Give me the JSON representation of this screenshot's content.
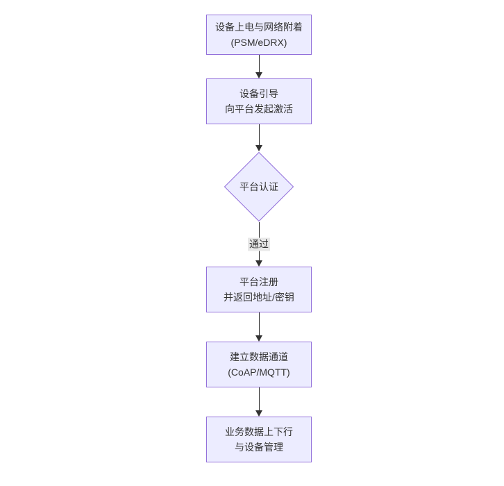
{
  "diagram": {
    "type": "flowchart",
    "direction": "top-down",
    "colors": {
      "node_fill": "#ECECFF",
      "node_border": "#9370DB",
      "text": "#333333",
      "arrow": "#333333",
      "edge_label_bg": "#e8e8e8",
      "background": "#ffffff"
    },
    "nodes": [
      {
        "id": "A",
        "shape": "rect",
        "line1": "设备上电与网络附着",
        "line2": "(PSM/eDRX)"
      },
      {
        "id": "B",
        "shape": "rect",
        "line1": "设备引导",
        "line2": "向平台发起激活"
      },
      {
        "id": "C",
        "shape": "diamond",
        "line1": "平台认证"
      },
      {
        "id": "D",
        "shape": "rect",
        "line1": "平台注册",
        "line2": "并返回地址/密钥"
      },
      {
        "id": "E",
        "shape": "rect",
        "line1": "建立数据通道",
        "line2": "(CoAP/MQTT)"
      },
      {
        "id": "F",
        "shape": "rect",
        "line1": "业务数据上下行",
        "line2": "与设备管理"
      }
    ],
    "edges": [
      {
        "from": "A",
        "to": "B",
        "label": ""
      },
      {
        "from": "B",
        "to": "C",
        "label": ""
      },
      {
        "from": "C",
        "to": "D",
        "label": "通过"
      },
      {
        "from": "D",
        "to": "E",
        "label": ""
      },
      {
        "from": "E",
        "to": "F",
        "label": ""
      }
    ]
  }
}
